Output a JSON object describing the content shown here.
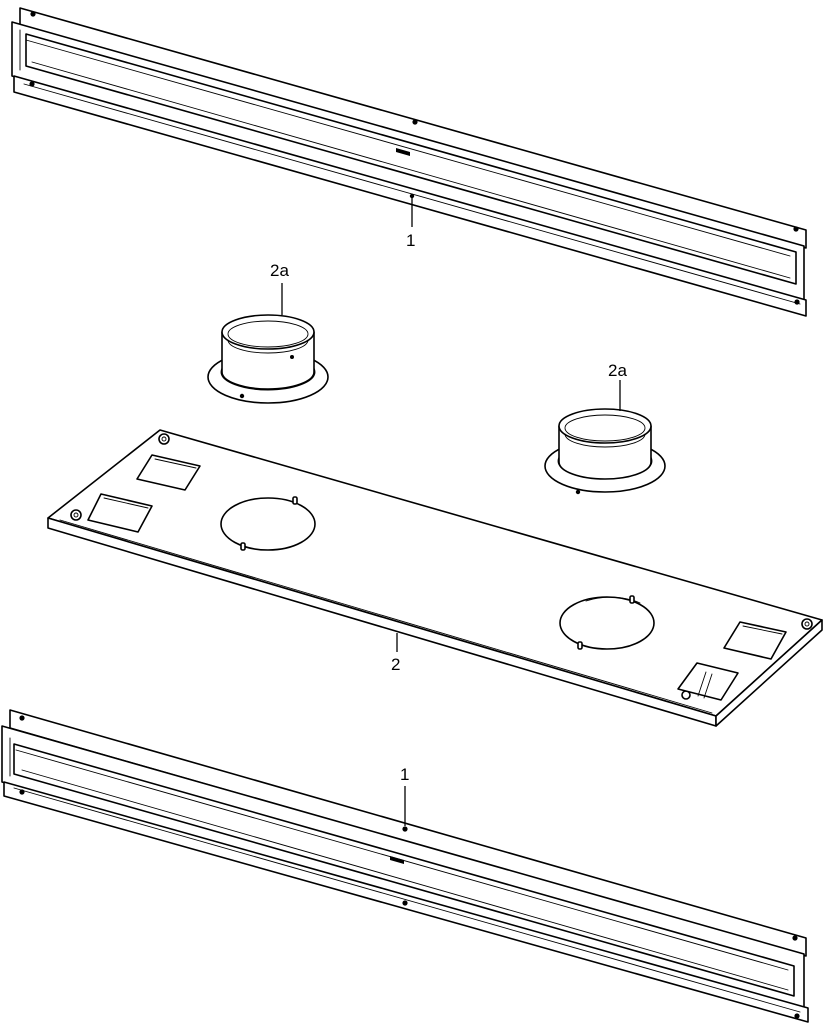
{
  "callouts": {
    "top_rail": "1",
    "left_collar": "2a",
    "right_collar": "2a",
    "plate": "2",
    "bottom_rail": "1"
  }
}
